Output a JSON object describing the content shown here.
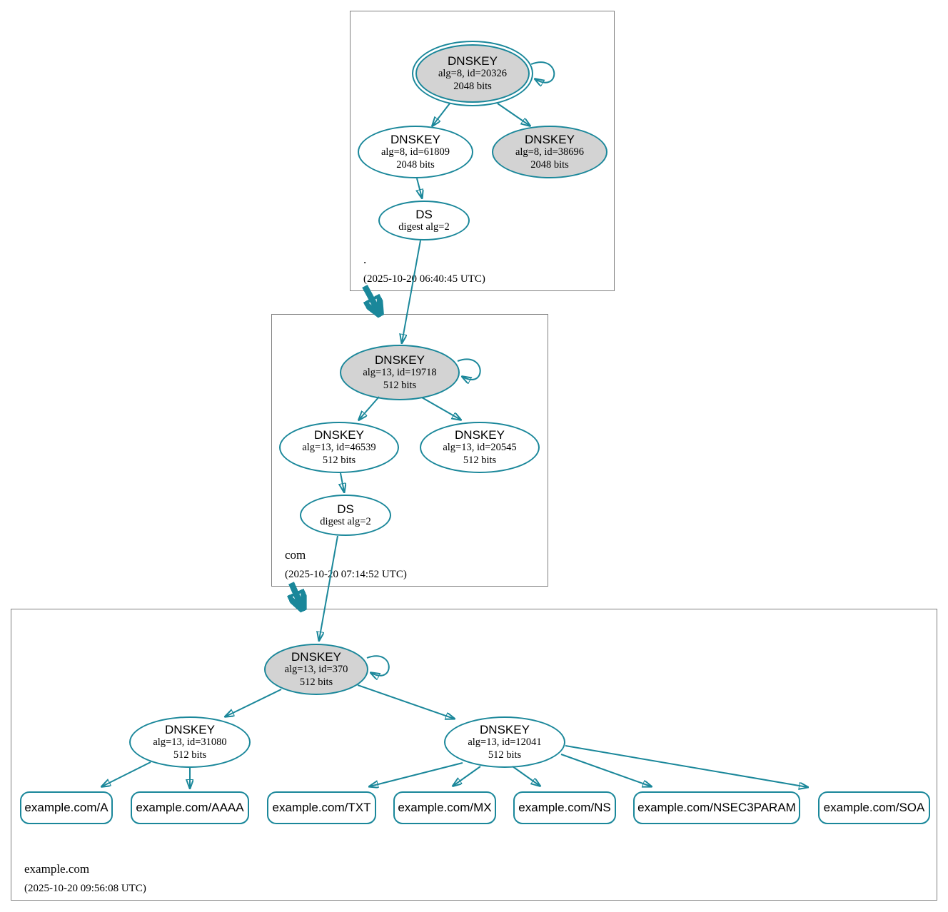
{
  "diagram": {
    "colors": {
      "edge": "#1a879a",
      "sep_key_fill": "#d3d3d3",
      "key_fill": "#ffffff",
      "zone_box_border": "#808080"
    },
    "zones": [
      {
        "name": ".",
        "timestamp": "(2025-10-20 06:40:45 UTC)",
        "nodes": {
          "ksk": {
            "title": "DNSKEY",
            "line1": "alg=8, id=20326",
            "line2": "2048 bits"
          },
          "zsk1": {
            "title": "DNSKEY",
            "line1": "alg=8, id=61809",
            "line2": "2048 bits"
          },
          "zsk2": {
            "title": "DNSKEY",
            "line1": "alg=8, id=38696",
            "line2": "2048 bits"
          },
          "ds": {
            "title": "DS",
            "line1": "digest alg=2"
          }
        }
      },
      {
        "name": "com",
        "timestamp": "(2025-10-20 07:14:52 UTC)",
        "nodes": {
          "ksk": {
            "title": "DNSKEY",
            "line1": "alg=13, id=19718",
            "line2": "512 bits"
          },
          "zsk1": {
            "title": "DNSKEY",
            "line1": "alg=13, id=46539",
            "line2": "512 bits"
          },
          "zsk2": {
            "title": "DNSKEY",
            "line1": "alg=13, id=20545",
            "line2": "512 bits"
          },
          "ds": {
            "title": "DS",
            "line1": "digest alg=2"
          }
        }
      },
      {
        "name": "example.com",
        "timestamp": "(2025-10-20 09:56:08 UTC)",
        "nodes": {
          "ksk": {
            "title": "DNSKEY",
            "line1": "alg=13, id=370",
            "line2": "512 bits"
          },
          "zsk1": {
            "title": "DNSKEY",
            "line1": "alg=13, id=31080",
            "line2": "512 bits"
          },
          "zsk2": {
            "title": "DNSKEY",
            "line1": "alg=13, id=12041",
            "line2": "512 bits"
          }
        },
        "rrsets": [
          "example.com/A",
          "example.com/AAAA",
          "example.com/TXT",
          "example.com/MX",
          "example.com/NS",
          "example.com/NSEC3PARAM",
          "example.com/SOA"
        ]
      }
    ]
  }
}
